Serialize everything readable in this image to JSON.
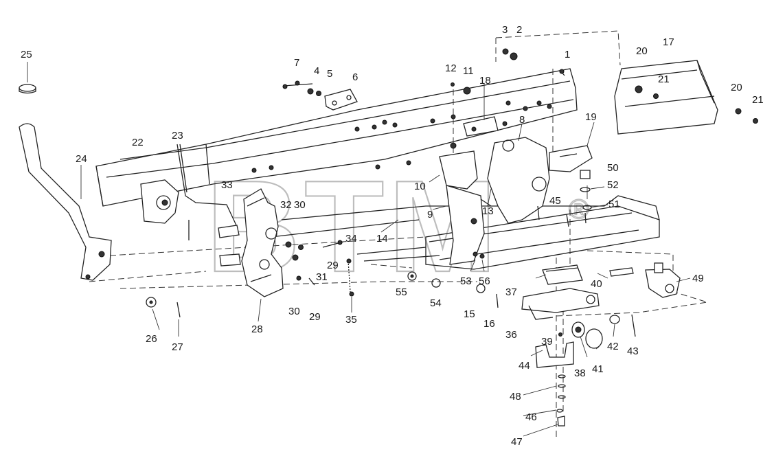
{
  "watermark": {
    "text": "BTM",
    "mark": "®"
  },
  "parts": [
    {
      "id": "p1",
      "text": "1"
    },
    {
      "id": "p2",
      "text": "2"
    },
    {
      "id": "p3",
      "text": "3"
    },
    {
      "id": "p4",
      "text": "4"
    },
    {
      "id": "p5",
      "text": "5"
    },
    {
      "id": "p6",
      "text": "6"
    },
    {
      "id": "p7",
      "text": "7"
    },
    {
      "id": "p8",
      "text": "8"
    },
    {
      "id": "p9",
      "text": "9"
    },
    {
      "id": "p10",
      "text": "10"
    },
    {
      "id": "p11",
      "text": "11"
    },
    {
      "id": "p12",
      "text": "12"
    },
    {
      "id": "p13",
      "text": "13"
    },
    {
      "id": "p14",
      "text": "14"
    },
    {
      "id": "p15",
      "text": "15"
    },
    {
      "id": "p16",
      "text": "16"
    },
    {
      "id": "p17",
      "text": "17"
    },
    {
      "id": "p18",
      "text": "18"
    },
    {
      "id": "p19",
      "text": "19"
    },
    {
      "id": "p20a",
      "text": "20"
    },
    {
      "id": "p20b",
      "text": "20"
    },
    {
      "id": "p21a",
      "text": "21"
    },
    {
      "id": "p21b",
      "text": "21"
    },
    {
      "id": "p22",
      "text": "22"
    },
    {
      "id": "p23",
      "text": "23"
    },
    {
      "id": "p24",
      "text": "24"
    },
    {
      "id": "p25",
      "text": "25"
    },
    {
      "id": "p26",
      "text": "26"
    },
    {
      "id": "p27",
      "text": "27"
    },
    {
      "id": "p28",
      "text": "28"
    },
    {
      "id": "p29a",
      "text": "29"
    },
    {
      "id": "p29b",
      "text": "29"
    },
    {
      "id": "p30a",
      "text": "30"
    },
    {
      "id": "p30b",
      "text": "30"
    },
    {
      "id": "p31",
      "text": "31"
    },
    {
      "id": "p32",
      "text": "32"
    },
    {
      "id": "p33",
      "text": "33"
    },
    {
      "id": "p34",
      "text": "34"
    },
    {
      "id": "p35",
      "text": "35"
    },
    {
      "id": "p36",
      "text": "36"
    },
    {
      "id": "p37",
      "text": "37"
    },
    {
      "id": "p38",
      "text": "38"
    },
    {
      "id": "p39",
      "text": "39"
    },
    {
      "id": "p40",
      "text": "40"
    },
    {
      "id": "p41",
      "text": "41"
    },
    {
      "id": "p42",
      "text": "42"
    },
    {
      "id": "p43",
      "text": "43"
    },
    {
      "id": "p44",
      "text": "44"
    },
    {
      "id": "p45",
      "text": "45"
    },
    {
      "id": "p46",
      "text": "46"
    },
    {
      "id": "p47",
      "text": "47"
    },
    {
      "id": "p48",
      "text": "48"
    },
    {
      "id": "p49",
      "text": "49"
    },
    {
      "id": "p50",
      "text": "50"
    },
    {
      "id": "p51",
      "text": "51"
    },
    {
      "id": "p52",
      "text": "52"
    },
    {
      "id": "p53",
      "text": "53"
    },
    {
      "id": "p54",
      "text": "54"
    },
    {
      "id": "p55",
      "text": "55"
    },
    {
      "id": "p56",
      "text": "56"
    }
  ]
}
